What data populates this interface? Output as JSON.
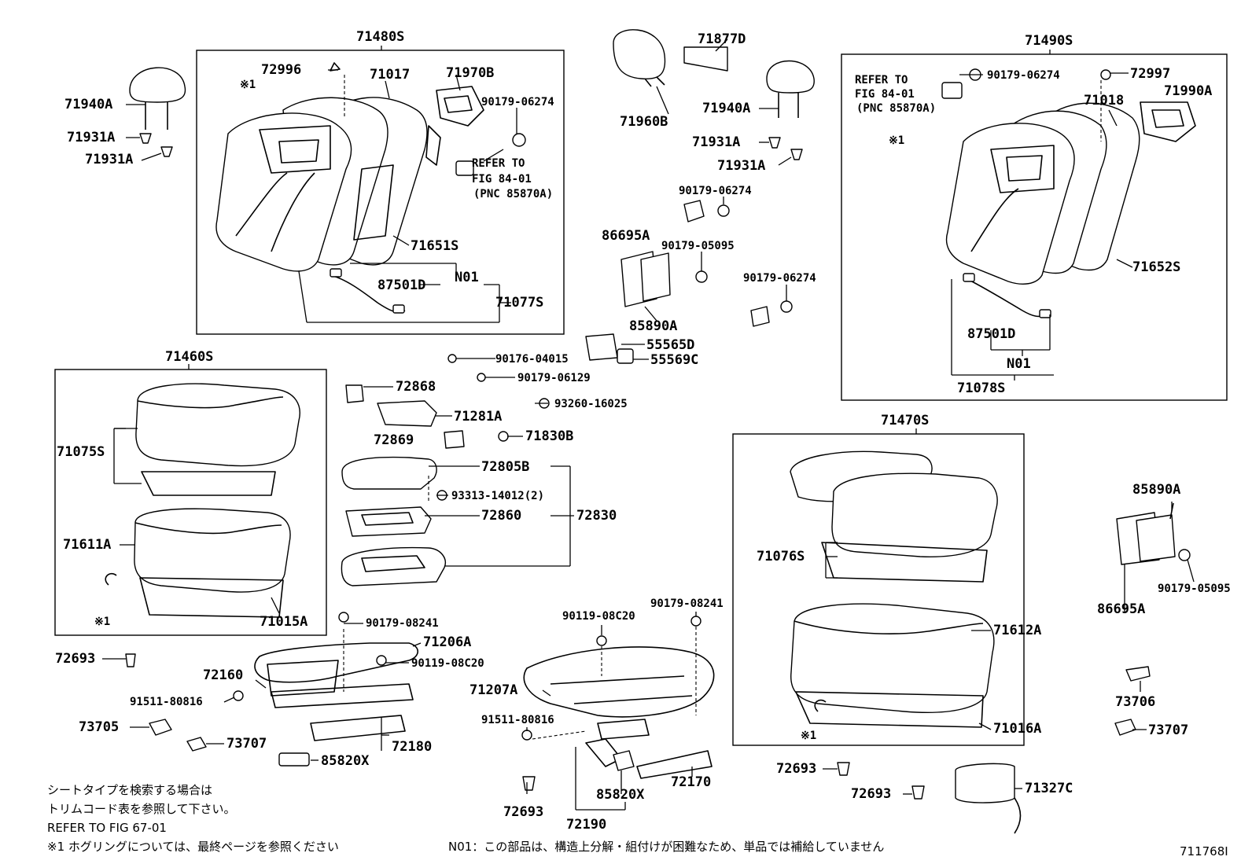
{
  "labels": {
    "p71480S": "71480S",
    "p72996": "72996",
    "p71017": "71017",
    "p71970B": "71970B",
    "p90179_06274_a": "90179-06274",
    "refer_a": "REFER TO",
    "fig_a": "FIG 84-01",
    "pnc_a": "(PNC 85870A)",
    "p71651S": "71651S",
    "p87501D_a": "87501D",
    "n01_a": "N01",
    "p71077S": "71077S",
    "mark_a": "※1",
    "p71940A_a": "71940A",
    "p71931A_a": "71931A",
    "p71931A_b": "71931A",
    "p71877D": "71877D",
    "p71960B": "71960B",
    "p71940A_b": "71940A",
    "p71931A_c": "71931A",
    "p71931A_d": "71931A",
    "p90179_06274_b": "90179-06274",
    "p86695A_a": "86695A",
    "p90179_05095_a": "90179-05095",
    "p90179_06274_c": "90179-06274",
    "p85890A_a": "85890A",
    "p55565D": "55565D",
    "p55569C": "55569C",
    "p90176_04015": "90176-04015",
    "p90179_06129": "90179-06129",
    "p71490S": "71490S",
    "refer_b": "REFER TO",
    "fig_b": "FIG 84-01",
    "pnc_b": "(PNC 85870A)",
    "p90179_06274_d": "90179-06274",
    "p72997": "72997",
    "p71018": "71018",
    "p71990A": "71990A",
    "mark_b": "※1",
    "p71652S": "71652S",
    "p87501D_b": "87501D",
    "n01_b": "N01",
    "p71078S": "71078S",
    "p71460S": "71460S",
    "p71075S": "71075S",
    "p71611A": "71611A",
    "p71015A": "71015A",
    "mark_c": "※1",
    "p72868": "72868",
    "p71281A": "71281A",
    "p93260_16025": "93260-16025",
    "p72869": "72869",
    "p71830B": "71830B",
    "p72805B": "72805B",
    "p93313_14012": "93313-14012(2)",
    "p72860": "72860",
    "p72830": "72830",
    "p71470S": "71470S",
    "p71076S": "71076S",
    "p71612A": "71612A",
    "p71016A": "71016A",
    "mark_d": "※1",
    "p85890A_b": "85890A",
    "p90179_05095_b": "90179-05095",
    "p86695A_b": "86695A",
    "p90179_08241_a": "90179-08241",
    "p71206A": "71206A",
    "p72693_a": "72693",
    "p90119_08C20_a": "90119-08C20",
    "p72160": "72160",
    "p91511_80816_a": "91511-80816",
    "p73705": "73705",
    "p73707_a": "73707",
    "p72180": "72180",
    "p85820X_a": "85820X",
    "p90179_08241_b": "90179-08241",
    "p90119_08C20_b": "90119-08C20",
    "p71207A": "71207A",
    "p91511_80816_b": "91511-80816",
    "p72693_b": "72693",
    "p72190": "72190",
    "p85820X_b": "85820X",
    "p72170": "72170",
    "p72693_c": "72693",
    "p72693_d": "72693",
    "p71327C": "71327C",
    "p73706": "73706",
    "p73707_b": "73707"
  },
  "notes": {
    "line1": "シートタイプを検索する場合は",
    "line2": "トリムコード表を参照して下さい。",
    "line3": "REFER TO FIG 67-01",
    "line4": "※1 ホグリングについては、最終ページを参照ください",
    "n01_note": "N01：この部品は、構造上分解・組付けが困難なため、単品では補給していません",
    "fig_id": "711768I"
  }
}
